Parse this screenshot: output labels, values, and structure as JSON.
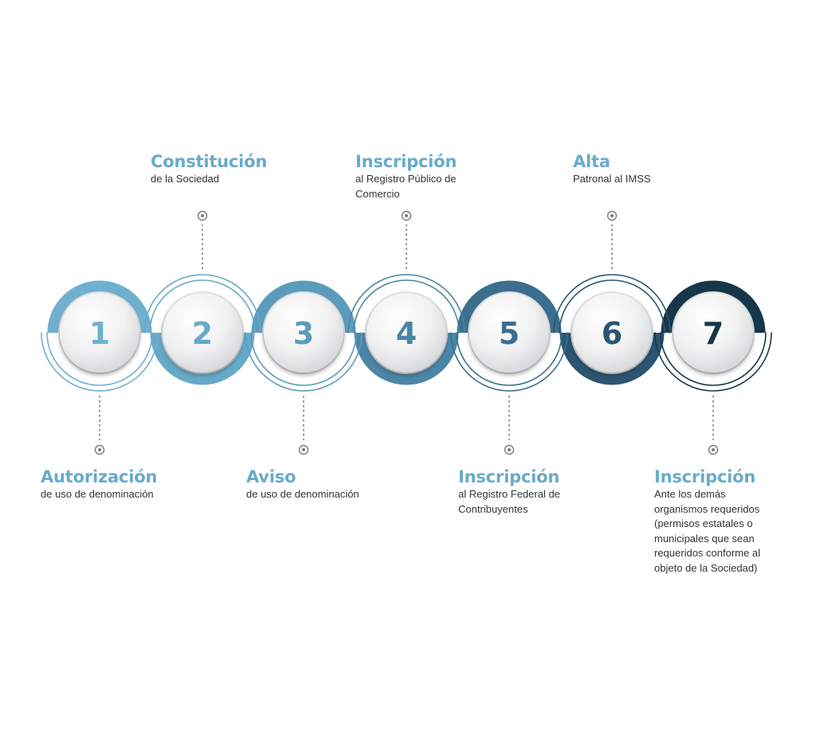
{
  "colors": {
    "step1": "#6fb0cf",
    "step2": "#67a9c8",
    "step3": "#5b9cbd",
    "step4": "#4a86a7",
    "step5": "#3b6f8d",
    "step6": "#2b5570",
    "step7": "#163749",
    "title": "#6aaac9",
    "text": "#333333",
    "connector": "#7a7a7a"
  },
  "steps": [
    {
      "number": "1",
      "title": "Autorización",
      "lines": [
        "de uso de denominación"
      ]
    },
    {
      "number": "2",
      "title": "Constitución",
      "lines": [
        "de la Sociedad"
      ]
    },
    {
      "number": "3",
      "title": "Aviso",
      "lines": [
        "de uso de denominación"
      ]
    },
    {
      "number": "4",
      "title": "Inscripción",
      "lines": [
        "al Registro Público de",
        "Comercio"
      ]
    },
    {
      "number": "5",
      "title": "Inscripción",
      "lines": [
        "al Registro Federal de",
        "Contribuyentes"
      ]
    },
    {
      "number": "6",
      "title": "Alta",
      "lines": [
        "Patronal al IMSS"
      ]
    },
    {
      "number": "7",
      "title": "Inscripción",
      "lines": [
        "Ante los demás",
        "organismos requeridos",
        "(permisos estatales o",
        "municipales que sean",
        "requeridos conforme al",
        "objeto de la Sociedad)"
      ]
    }
  ]
}
